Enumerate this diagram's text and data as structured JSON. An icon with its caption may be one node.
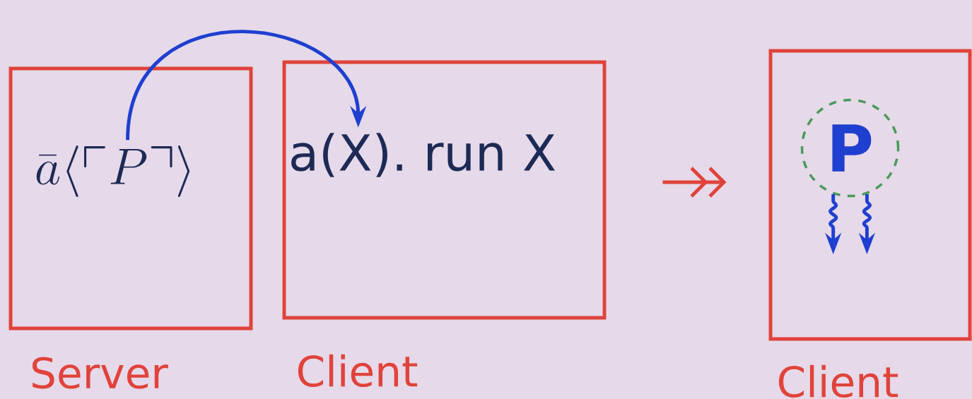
{
  "diagram": {
    "nodes": [
      {
        "text": [
          "Server"
        ]
      },
      {
        "text": [
          "\\bar{a}\\langle\\ulcorner P\\urcorner\\rangle"
        ],
        "in": 0
      },
      {
        "text": [
          "Client"
        ]
      },
      {
        "text": [
          "a(X). run X"
        ],
        "in": 2
      },
      {
        "text": [
          "Client"
        ]
      },
      {
        "text": [
          "P"
        ],
        "in": 4
      }
    ],
    "edges": [
      {
        "from": 1,
        "to": 3,
        "arrow": "to"
      },
      {
        "from": 2,
        "to": 4,
        "arrow": "to",
        "color": "#e0433a"
      },
      {
        "from": 5,
        "to": null,
        "arrow": "to"
      },
      {
        "from": 5,
        "to": null,
        "arrow": "to"
      }
    ]
  }
}
